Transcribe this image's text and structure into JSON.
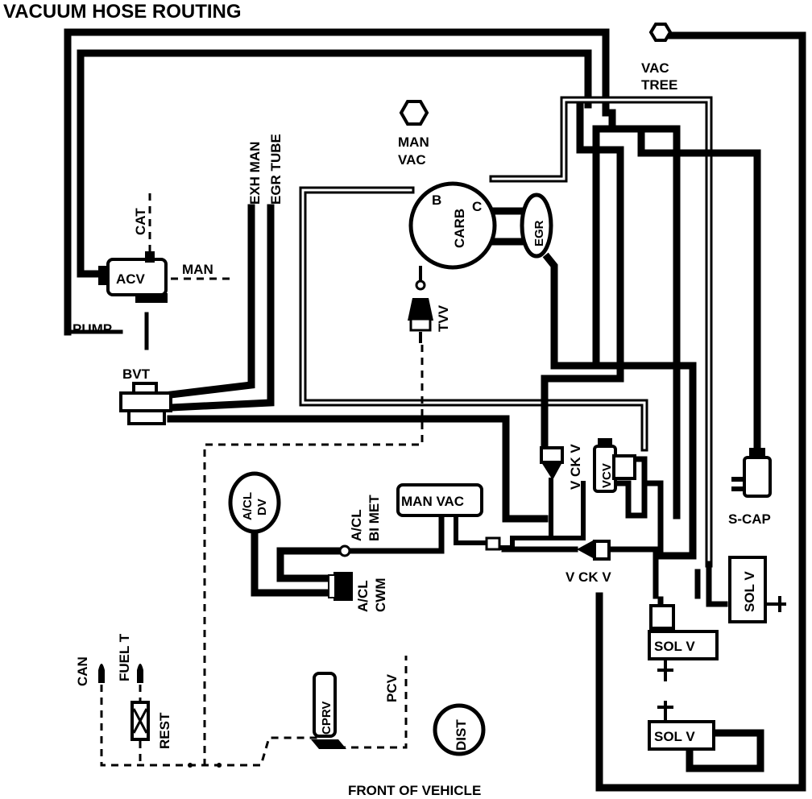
{
  "title": "VACUUM HOSE ROUTING",
  "footer": "FRONT OF VEHICLE",
  "labels": {
    "vac_tree_1": "VAC",
    "vac_tree_2": "TREE",
    "man_vac_1": "MAN",
    "man_vac_2": "VAC",
    "exh_man": "EXH MAN",
    "egr_tube": "EGR TUBE",
    "cat": "CAT",
    "acv": "ACV",
    "man": "MAN",
    "pump": "PUMP",
    "bvt": "BVT",
    "carb": "CARB",
    "b": "B",
    "c": "C",
    "egr": "EGR",
    "tvv": "TVV",
    "v_ck_v_upper": "V CK V",
    "vcv": "VCV",
    "s_cap": "S-CAP",
    "a_cl_dv_1": "A/CL",
    "a_cl_dv_2": "DV",
    "a_cl_bi_met_1": "A/CL",
    "a_cl_bi_met_2": "BI MET",
    "man_vac_box": "MAN VAC",
    "a_cl_cwm_1": "A/CL",
    "a_cl_cwm_2": "CWM",
    "v_ck_v_lower": "V CK V",
    "sol_v_right": "SOL V",
    "sol_v_mid": "SOL V",
    "sol_v_bottom": "SOL V",
    "can": "CAN",
    "fuel_t": "FUEL T",
    "rest": "REST",
    "cprv": "CPRV",
    "pcv": "PCV",
    "dist": "DIST"
  }
}
